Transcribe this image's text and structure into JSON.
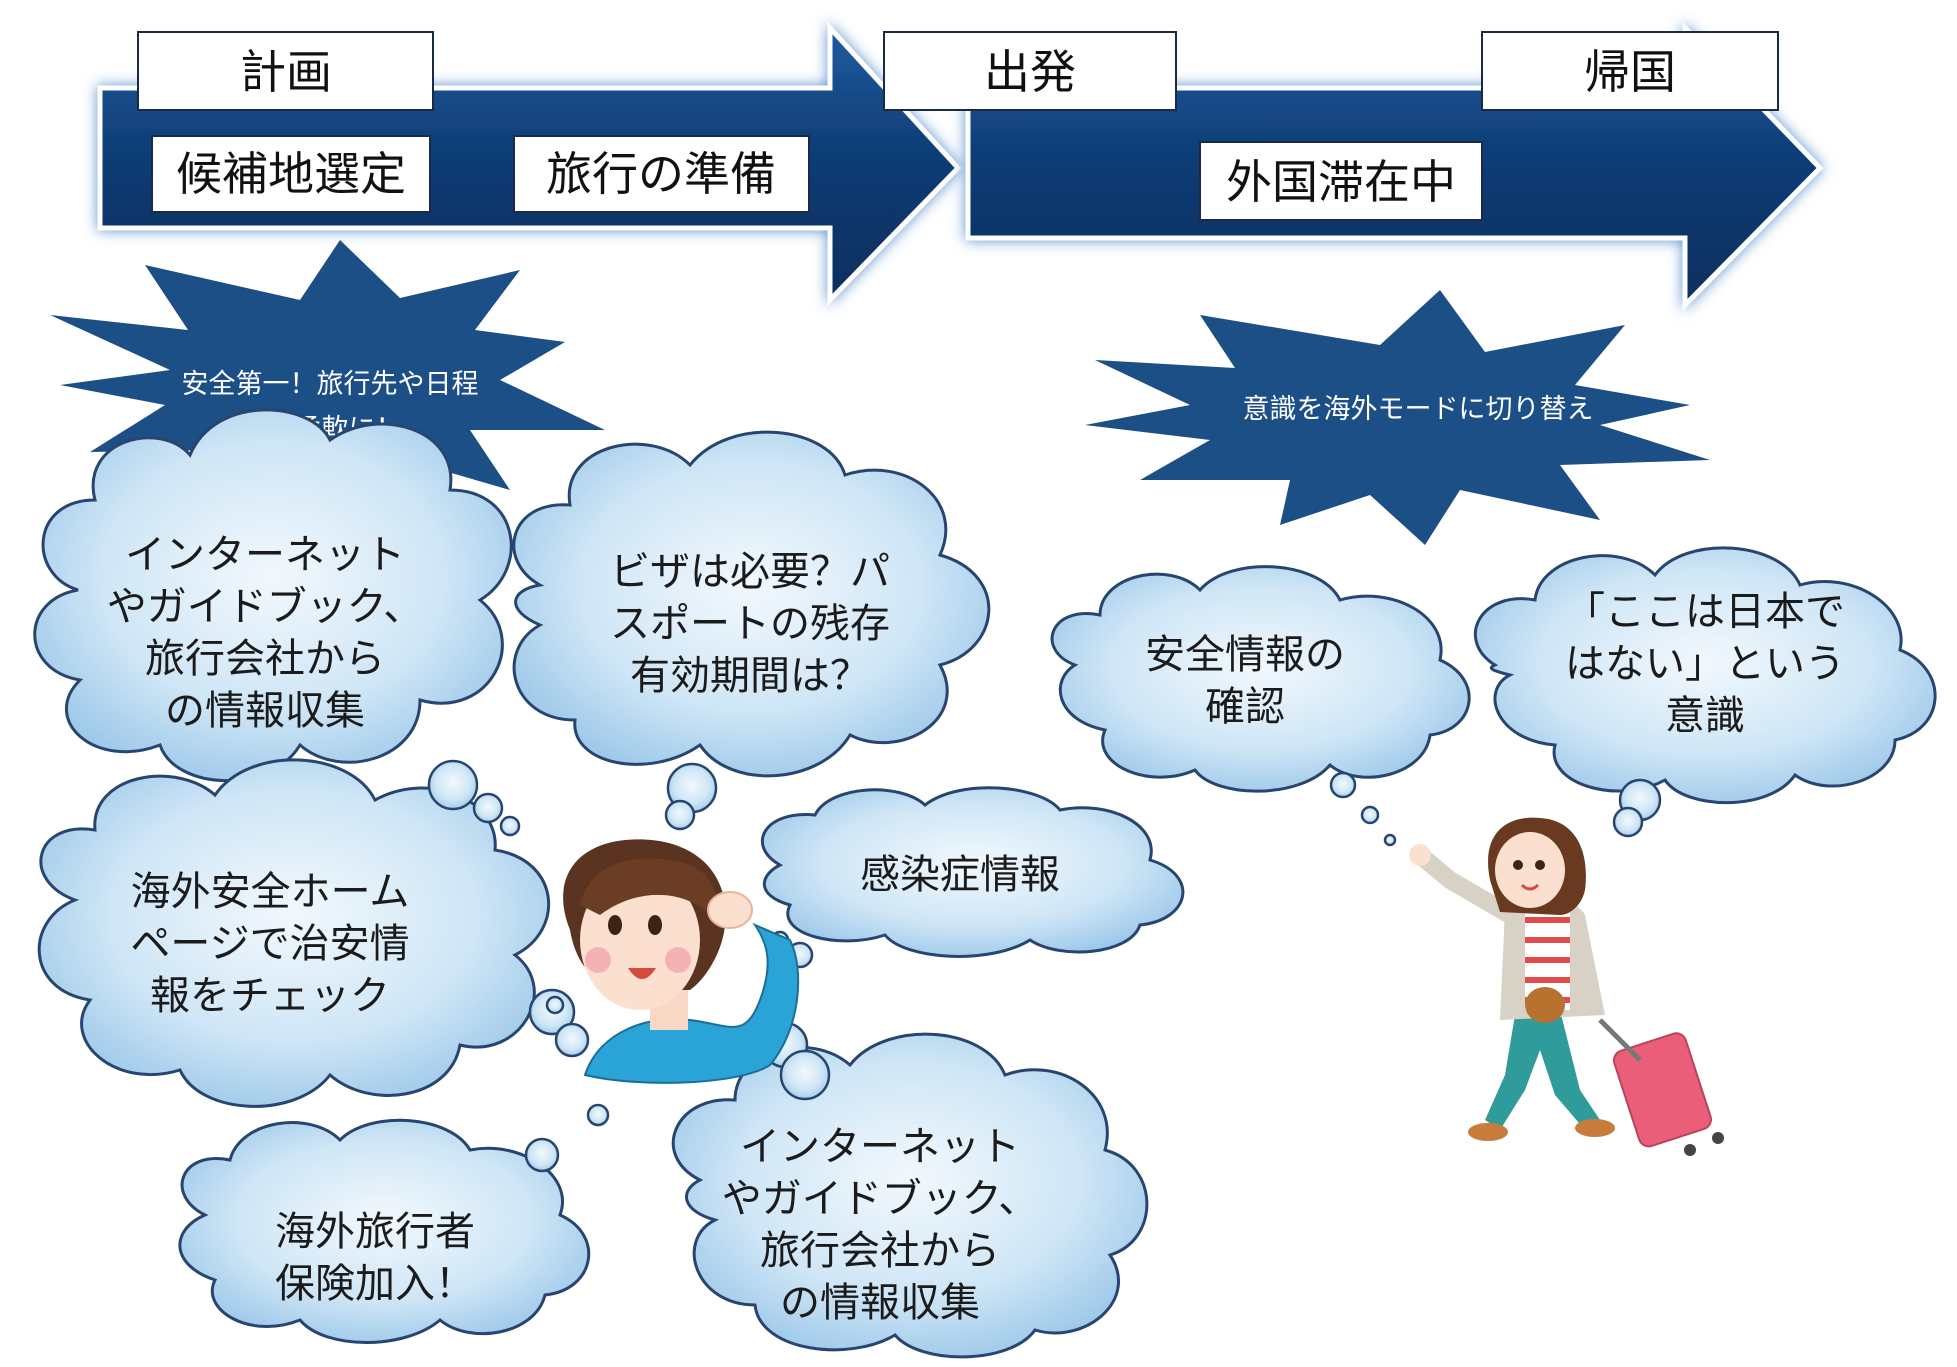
{
  "timeline": {
    "phase_plan": "計画",
    "phase_depart": "出発",
    "phase_return": "帰国",
    "step_select": "候補地選定",
    "step_prepare": "旅行の準備",
    "step_abroad": "外国滞在中"
  },
  "bursts": {
    "planning": [
      "安全第一！旅行先や日程",
      "は柔軟に！"
    ],
    "abroad": [
      "意識を海外モードに切り替え"
    ]
  },
  "clouds": {
    "info_gathering_1": [
      "インターネット",
      "やガイドブック、",
      "旅行会社から",
      "の情報収集"
    ],
    "visa_passport": [
      "ビザは必要？パ",
      "スポートの残存",
      "有効期間は？"
    ],
    "safety_homepage": [
      "海外安全ホーム",
      "ページで治安情",
      "報をチェック"
    ],
    "infection": [
      "感染症情報"
    ],
    "insurance": [
      "海外旅行者",
      "保険加入！"
    ],
    "info_gathering_2": [
      "インターネット",
      "やガイドブック、",
      "旅行会社から",
      "の情報収集"
    ],
    "safety_check": [
      "安全情報の",
      "確認"
    ],
    "not_japan": [
      "「ここは日本で",
      "はない」という",
      "意識"
    ]
  },
  "colors": {
    "arrow_dark": "#0d3b73",
    "arrow_mid": "#1f5c9e",
    "cloud_light": "#e8f3fb",
    "cloud_mid": "#9cc9ea",
    "burst": "#1c4f86"
  },
  "icons": {
    "thinking_person": "woman-thinking-icon",
    "traveler": "woman-traveler-with-suitcase-icon"
  }
}
